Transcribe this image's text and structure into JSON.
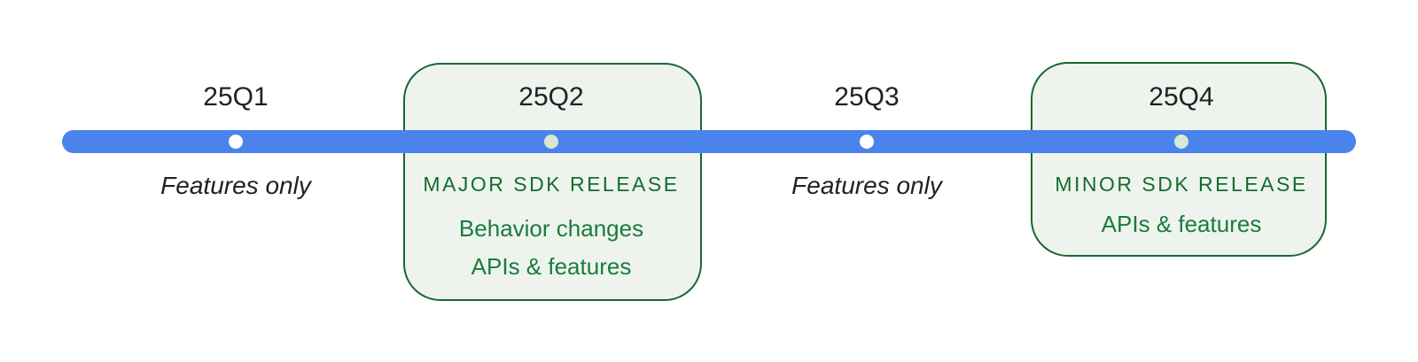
{
  "colors": {
    "bar_blue": "#4b83ec",
    "box_fill": "#eef4ed",
    "box_border": "#16692f",
    "heading_green": "#146c2e",
    "body_green": "#1a7c3e",
    "dot_plain": "#ffffff",
    "dot_boxed": "#d7e8d3",
    "text_dark": "#202124",
    "page_bg": "#ffffff"
  },
  "timeline": {
    "quarters": [
      {
        "label": "25Q1",
        "type": "plain",
        "note": "Features only"
      },
      {
        "label": "25Q2",
        "type": "boxed",
        "heading": "MAJOR SDK RELEASE",
        "lines": [
          "Behavior changes",
          "APIs & features"
        ]
      },
      {
        "label": "25Q3",
        "type": "plain",
        "note": "Features only"
      },
      {
        "label": "25Q4",
        "type": "boxed",
        "heading": "MINOR SDK RELEASE",
        "lines": [
          "APIs & features"
        ]
      }
    ]
  }
}
